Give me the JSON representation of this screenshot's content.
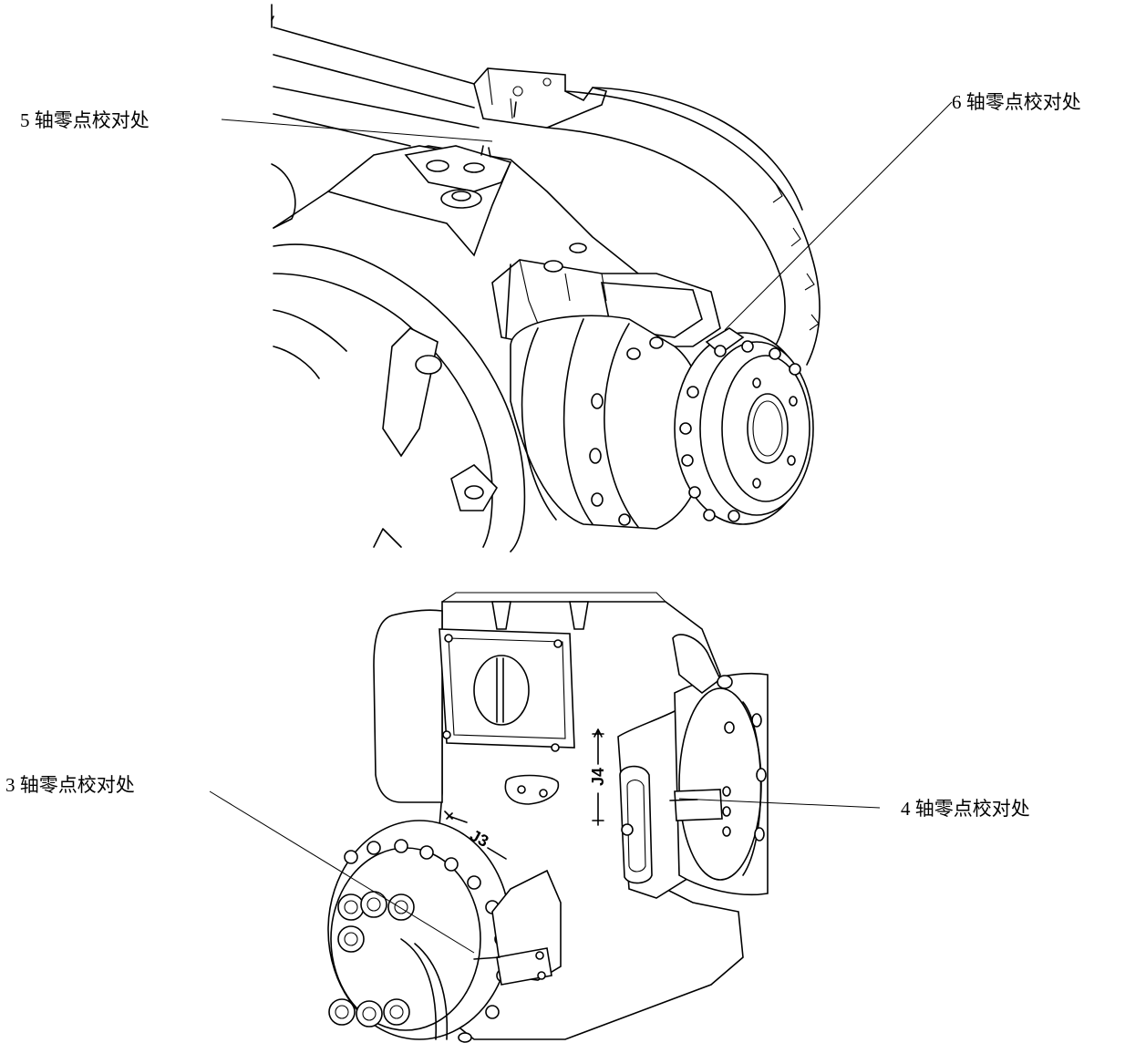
{
  "callouts": {
    "axis5": "5 轴零点校对处",
    "axis6": "6 轴零点校对处",
    "axis3": "3 轴零点校对处",
    "axis4": "4 轴零点校对处"
  },
  "markings": {
    "j3": "J3",
    "j4": "J4"
  }
}
